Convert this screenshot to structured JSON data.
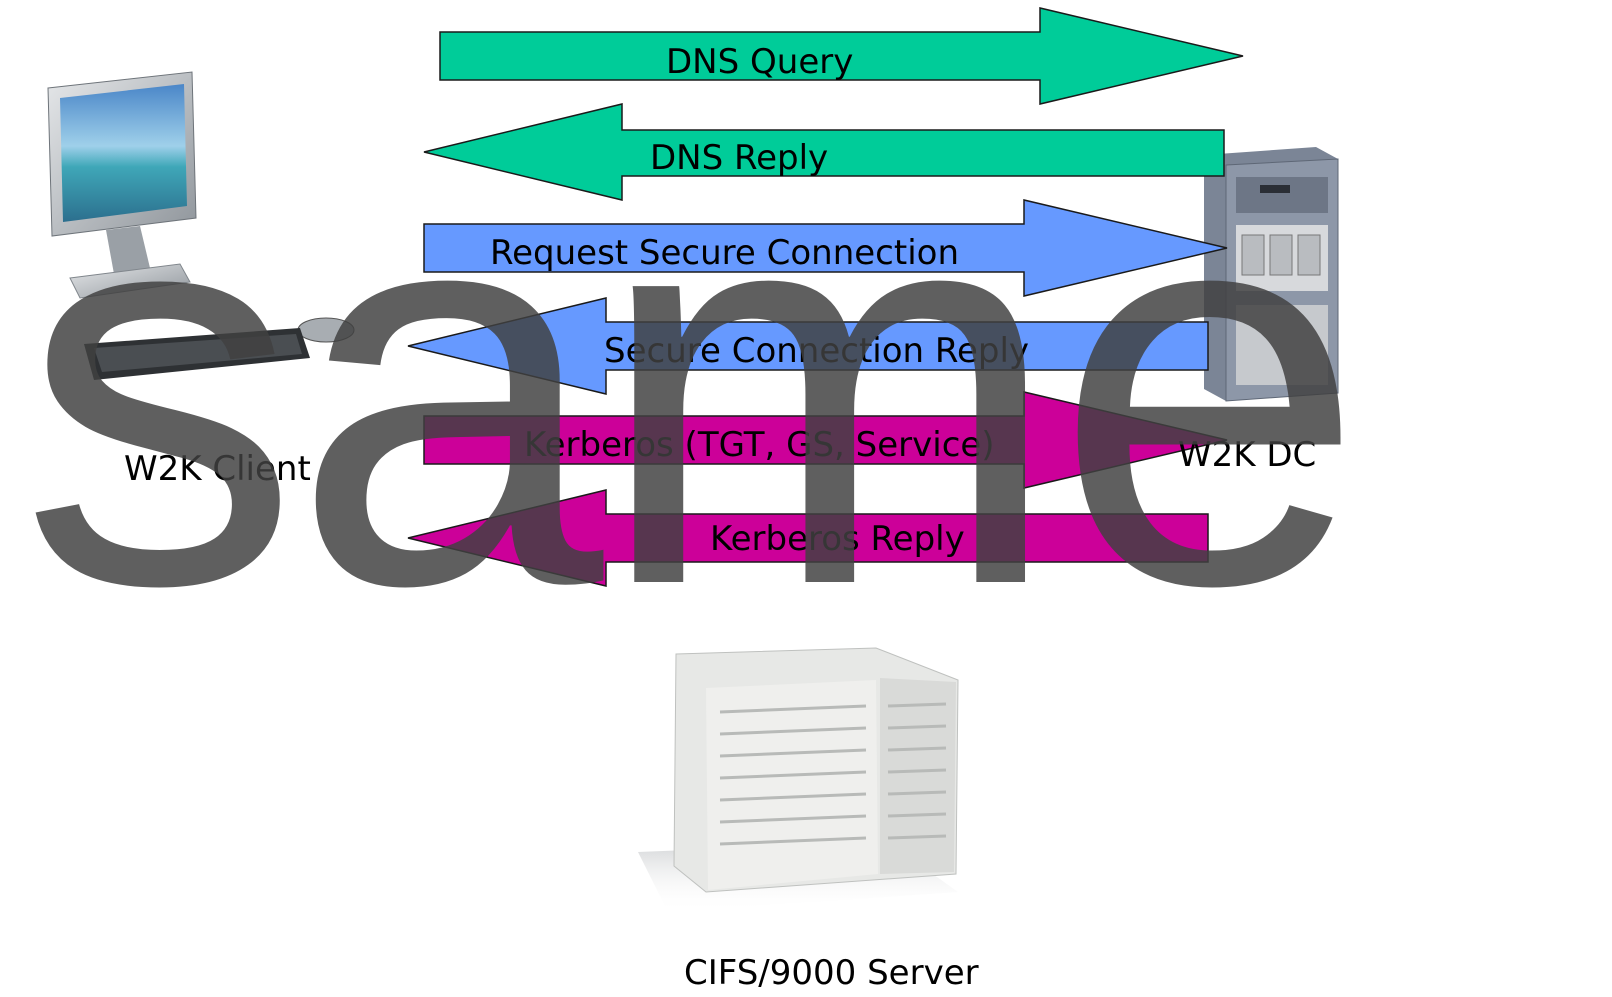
{
  "messages": [
    {
      "label": "DNS Query",
      "direction": "right",
      "color": "#00cc99"
    },
    {
      "label": "DNS Reply",
      "direction": "left",
      "color": "#00cc99"
    },
    {
      "label": "Request Secure Connection",
      "direction": "right",
      "color": "#6699ff"
    },
    {
      "label": "Secure Connection Reply",
      "direction": "left",
      "color": "#6699ff"
    },
    {
      "label": "Kerberos (TGT, GS, Service)",
      "direction": "right",
      "color": "#cc0099"
    },
    {
      "label": "Kerberos Reply",
      "direction": "left",
      "color": "#cc0099"
    }
  ],
  "nodes": {
    "client": {
      "label": "W2K Client",
      "icon": "desktop-computer-icon"
    },
    "dc": {
      "label": "W2K DC",
      "icon": "rack-server-icon"
    },
    "cifs": {
      "label": "CIFS/9000 Server",
      "icon": "tower-server-icon"
    }
  },
  "watermark": {
    "text": "same"
  }
}
